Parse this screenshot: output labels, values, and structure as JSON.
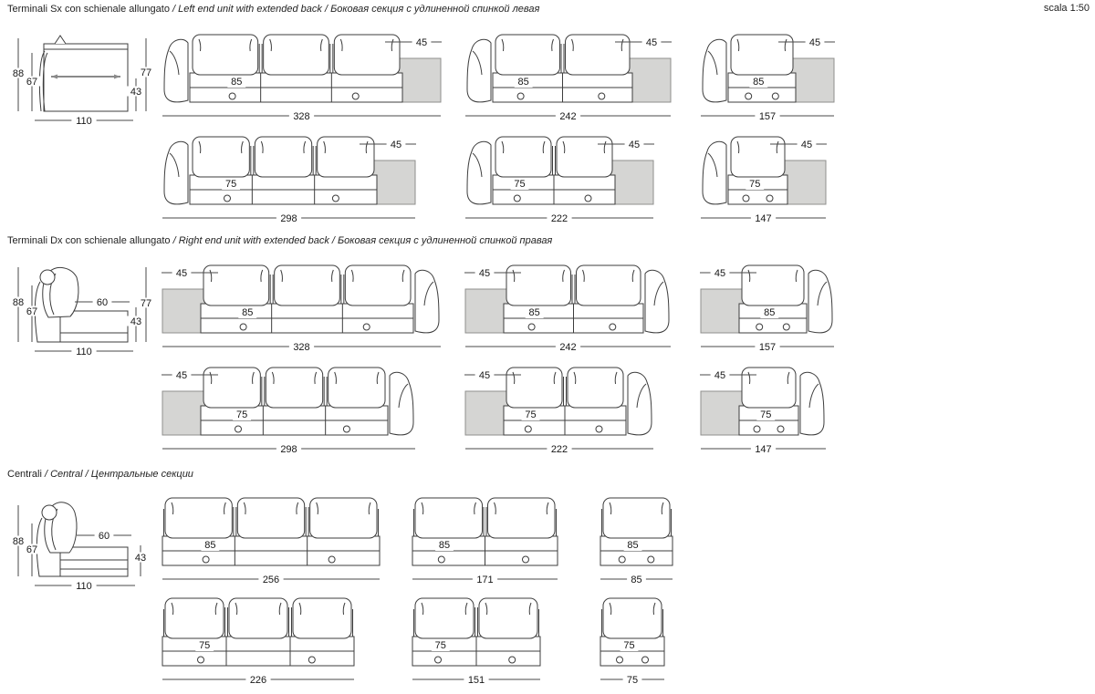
{
  "page": {
    "scale_label": "scala 1:50",
    "title_separator": " / "
  },
  "colors": {
    "background": "#ffffff",
    "line": "#3d3d3d",
    "dim_line": "#4a4a4a",
    "text": "#161616",
    "extension_fill": "#d5d5d3",
    "extension_stroke": "#8f8f8c"
  },
  "sections": [
    {
      "type": "left_end",
      "title": {
        "it": "Terminali Sx con schienale allungato",
        "en": "Left end unit with extended back",
        "ru": "Боковая секция с удлиненной спинкой левая"
      },
      "side_view": {
        "dims": {
          "height_total": "88",
          "height_inner_back": "67",
          "height_extended_back": "77",
          "height_seat": "43",
          "depth_total": "110"
        }
      },
      "rows": [
        {
          "units": [
            {
              "seats": 3,
              "back_ext_depth": "45",
              "seat_width": "85",
              "overall_width": "328"
            },
            {
              "seats": 2,
              "back_ext_depth": "45",
              "seat_width": "85",
              "overall_width": "242"
            },
            {
              "seats": 1,
              "back_ext_depth": "45",
              "seat_width": "85",
              "overall_width": "157"
            }
          ]
        },
        {
          "units": [
            {
              "seats": 3,
              "back_ext_depth": "45",
              "seat_width": "75",
              "overall_width": "298"
            },
            {
              "seats": 2,
              "back_ext_depth": "45",
              "seat_width": "75",
              "overall_width": "222"
            },
            {
              "seats": 1,
              "back_ext_depth": "45",
              "seat_width": "75",
              "overall_width": "147"
            }
          ]
        }
      ]
    },
    {
      "type": "right_end",
      "title": {
        "it": "Terminali Dx con schienale allungato",
        "en": "Right end unit with extended back",
        "ru": "Боковая секция с удлиненной спинкой правая"
      },
      "side_view": {
        "dims": {
          "height_total": "88",
          "height_inner_back": "67",
          "depth_seat": "60",
          "height_extended_back": "77",
          "height_seat": "43",
          "depth_total": "110"
        }
      },
      "rows": [
        {
          "units": [
            {
              "seats": 3,
              "back_ext_depth": "45",
              "seat_width": "85",
              "overall_width": "328"
            },
            {
              "seats": 2,
              "back_ext_depth": "45",
              "seat_width": "85",
              "overall_width": "242"
            },
            {
              "seats": 1,
              "back_ext_depth": "45",
              "seat_width": "85",
              "overall_width": "157"
            }
          ]
        },
        {
          "units": [
            {
              "seats": 3,
              "back_ext_depth": "45",
              "seat_width": "75",
              "overall_width": "298"
            },
            {
              "seats": 2,
              "back_ext_depth": "45",
              "seat_width": "75",
              "overall_width": "222"
            },
            {
              "seats": 1,
              "back_ext_depth": "45",
              "seat_width": "75",
              "overall_width": "147"
            }
          ]
        }
      ]
    },
    {
      "type": "central",
      "title": {
        "it": "Centrali",
        "en": "Central",
        "ru": "Центральные секции"
      },
      "side_view": {
        "dims": {
          "height_total": "88",
          "height_inner_back": "67",
          "depth_seat": "60",
          "height_seat": "43",
          "depth_total": "110"
        }
      },
      "rows": [
        {
          "units": [
            {
              "seats": 3,
              "seat_width": "85",
              "overall_width": "256"
            },
            {
              "seats": 2,
              "seat_width": "85",
              "overall_width": "171"
            },
            {
              "seats": 1,
              "seat_width": "85",
              "overall_width": "85"
            }
          ]
        },
        {
          "units": [
            {
              "seats": 3,
              "seat_width": "75",
              "overall_width": "226"
            },
            {
              "seats": 2,
              "seat_width": "75",
              "overall_width": "151"
            },
            {
              "seats": 1,
              "seat_width": "75",
              "overall_width": "75"
            }
          ]
        }
      ]
    }
  ]
}
